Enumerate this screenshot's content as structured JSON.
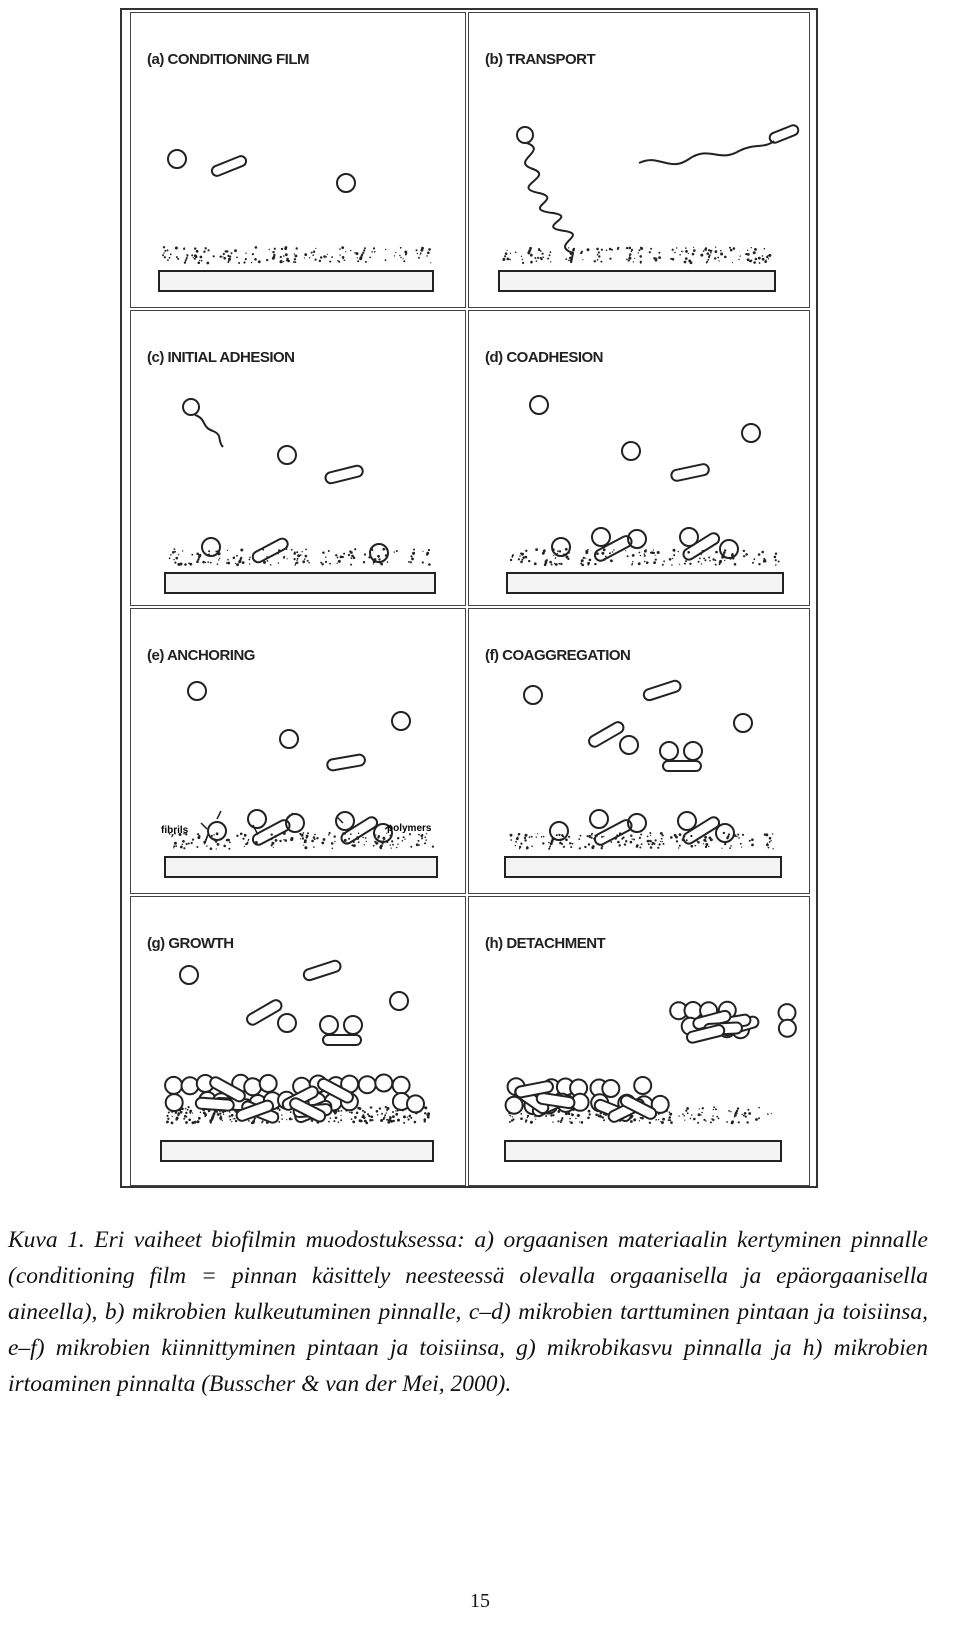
{
  "figure": {
    "panels": [
      {
        "id": "a",
        "label": "(a) CONDITIONING FILM"
      },
      {
        "id": "b",
        "label": "(b) TRANSPORT"
      },
      {
        "id": "c",
        "label": "(c) INITIAL ADHESION"
      },
      {
        "id": "d",
        "label": "(d) COADHESION"
      },
      {
        "id": "e",
        "label": "(e) ANCHORING",
        "annotations": [
          "fibrils",
          "polymers"
        ]
      },
      {
        "id": "f",
        "label": "(f) COAGGREGATION"
      },
      {
        "id": "g",
        "label": "(g) GROWTH"
      },
      {
        "id": "h",
        "label": "(h) DETACHMENT"
      }
    ]
  },
  "caption": "Kuva 1. Eri vaiheet biofilmin muodostuksessa: a) orgaanisen materiaalin kertyminen pinnalle (conditioning film = pinnan käsittely neesteessä olevalla orgaanisella ja epäorgaanisella aineella), b) mikrobien kulkeutuminen pinnalle, c–d) mikrobien tarttuminen pintaan ja toisiinsa, e–f) mikrobien kiinnittyminen pintaan ja toisiinsa, g) mikrobikasvu pinnalla ja h) mikrobien irtoaminen pinnalta (Busscher & van der Mei, 2000).",
  "page_number": "15"
}
